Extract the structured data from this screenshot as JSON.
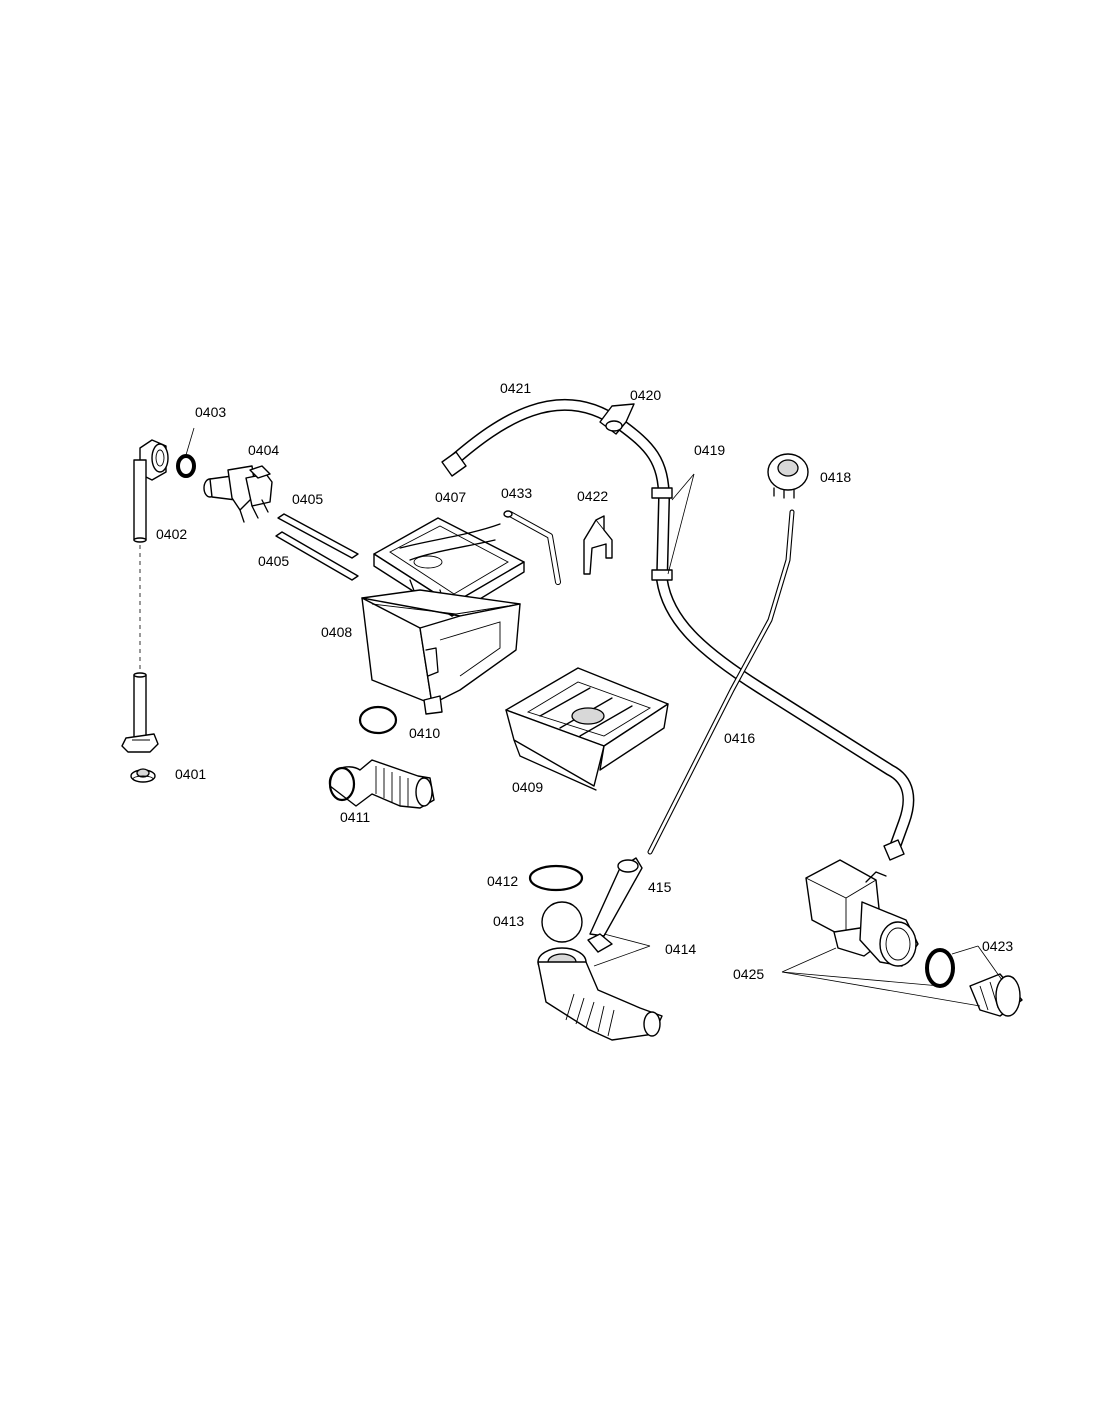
{
  "labels": {
    "p0401": "0401",
    "p0402": "0402",
    "p0403": "0403",
    "p0404": "0404",
    "p0405a": "0405",
    "p0405b": "0405",
    "p0407": "0407",
    "p0408": "0408",
    "p0409": "0409",
    "p0410": "0410",
    "p0411": "0411",
    "p0412": "0412",
    "p0413": "0413",
    "p0414": "0414",
    "p415": "415",
    "p0416": "0416",
    "p0418": "0418",
    "p0419": "0419",
    "p0420": "0420",
    "p0421": "0421",
    "p0422": "0422",
    "p0423": "0423",
    "p0425": "0425",
    "p0433": "0433"
  },
  "colors": {
    "stroke": "#000000",
    "background": "#ffffff",
    "shade": "#d8d8d8"
  }
}
